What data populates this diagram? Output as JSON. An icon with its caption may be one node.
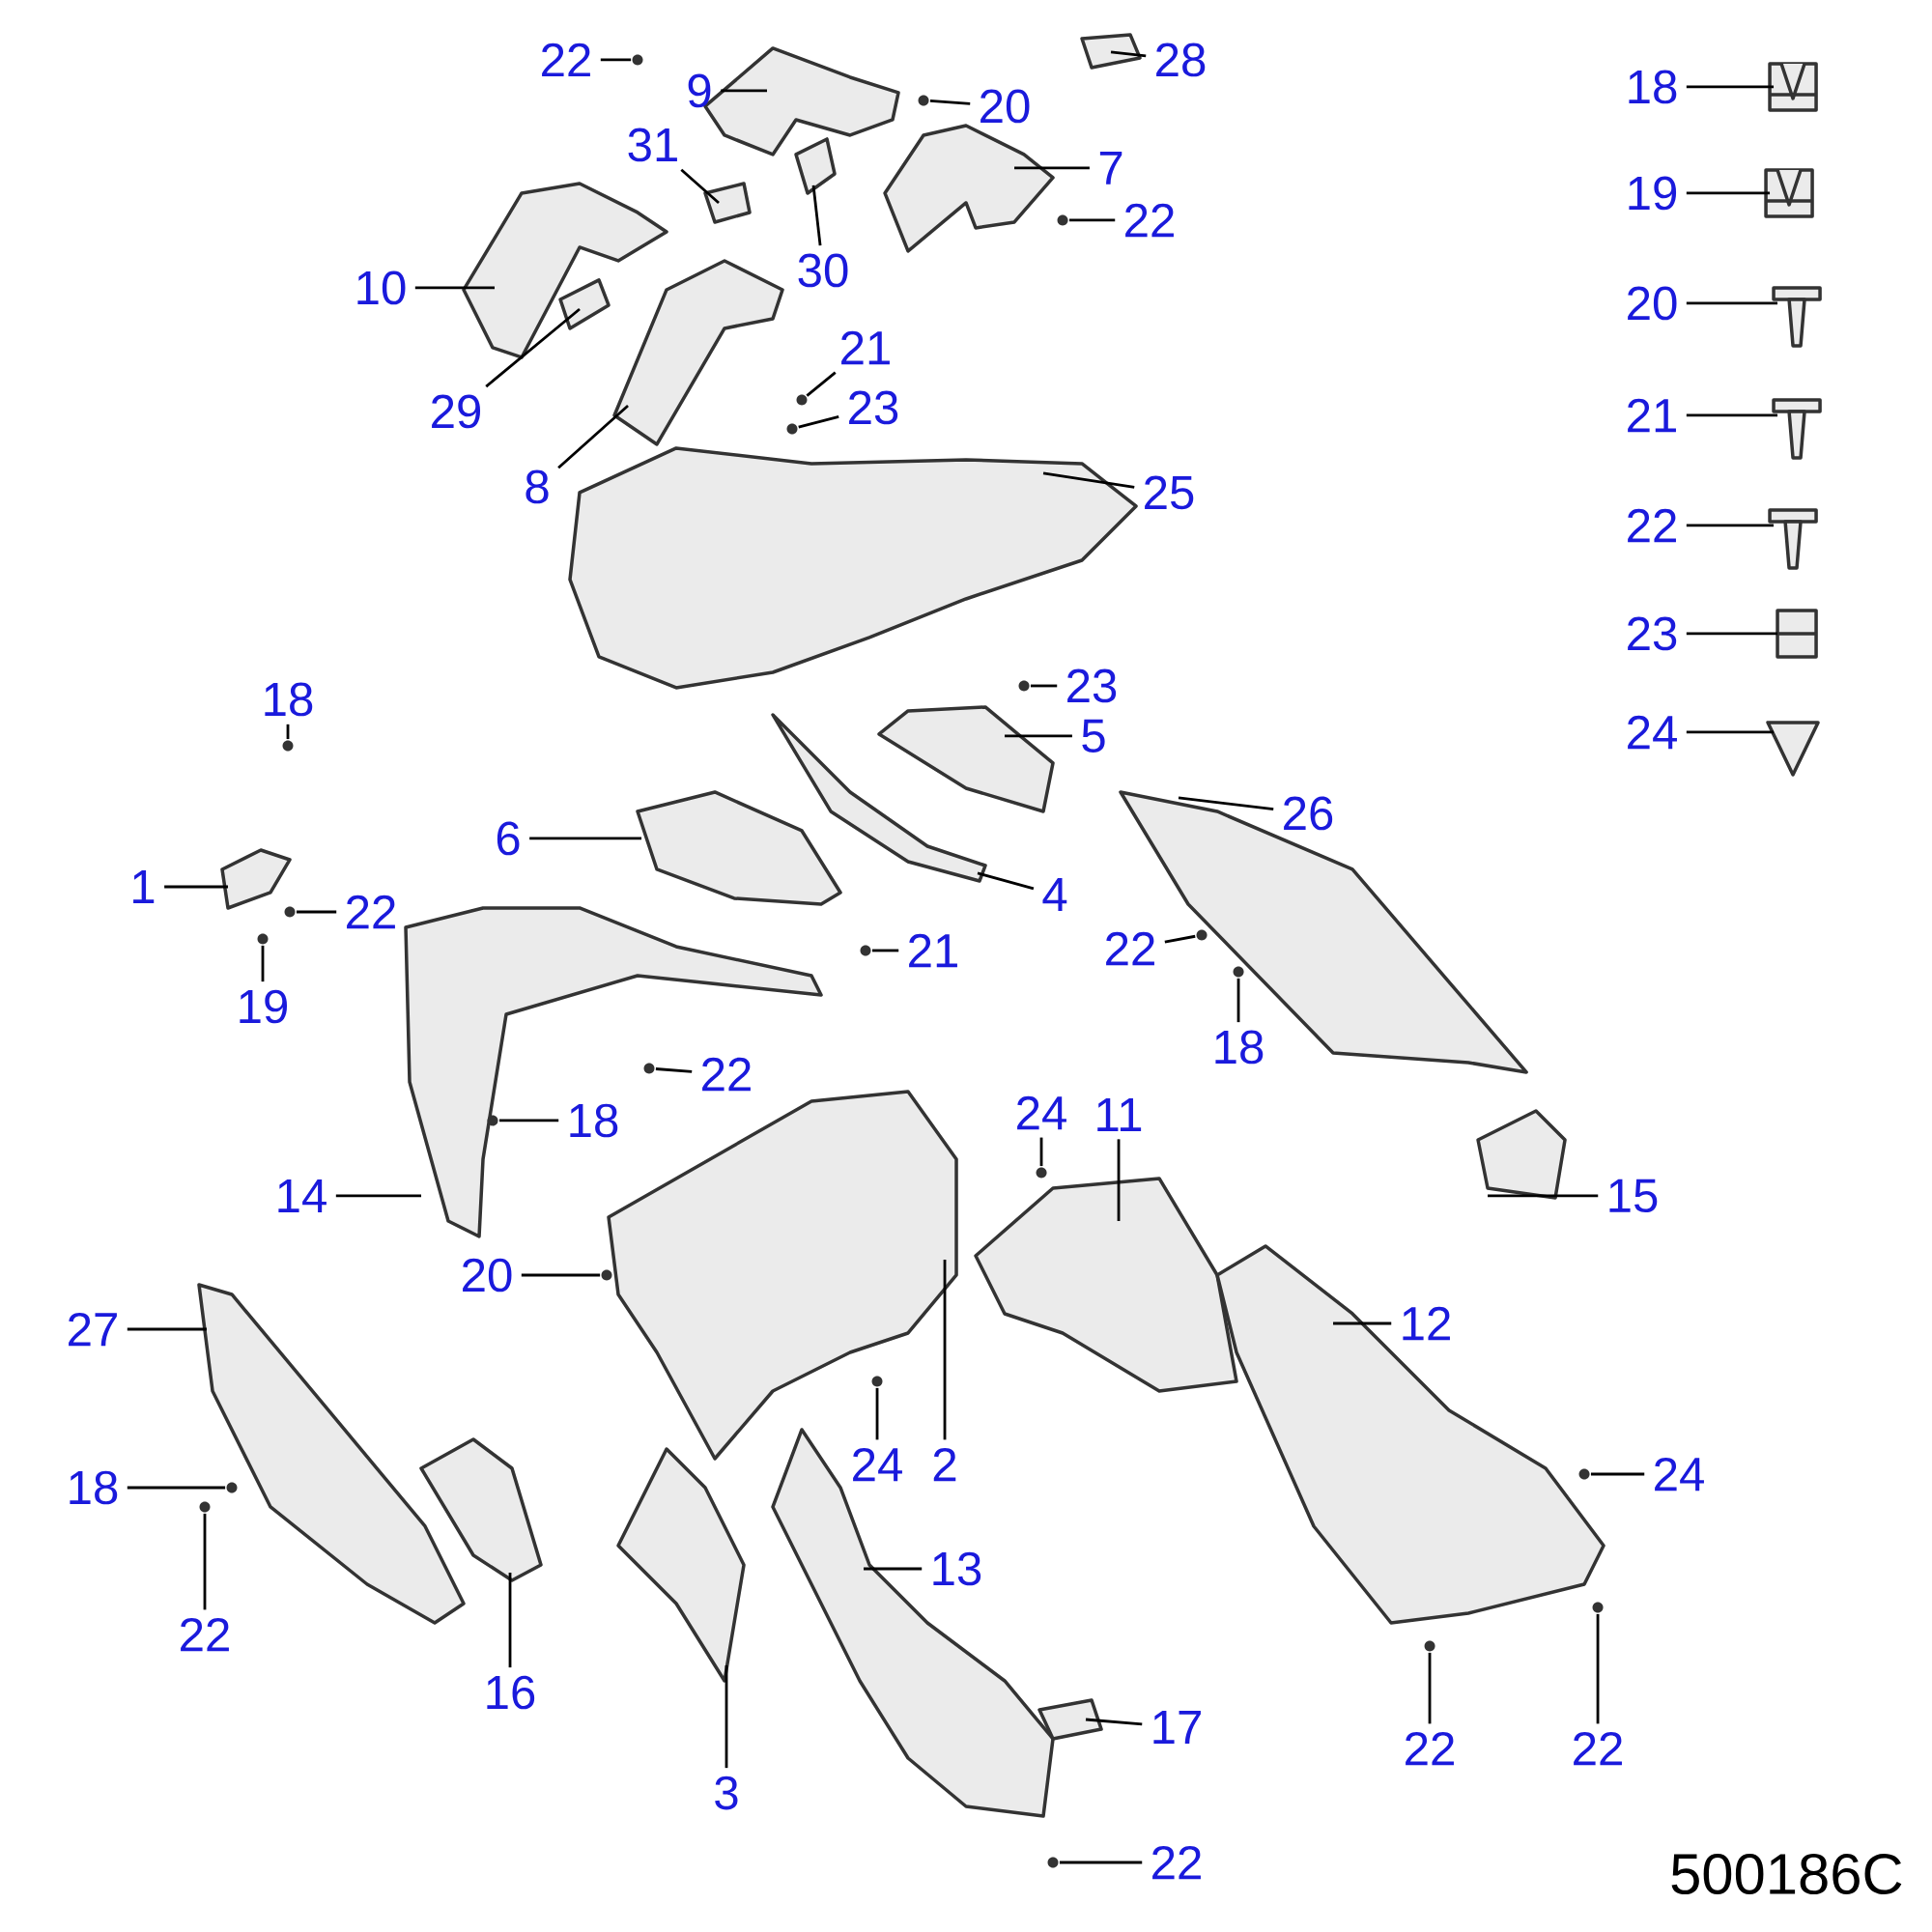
{
  "diagram": {
    "nodes": [
      {
        "text": [
          "22"
        ]
      },
      {
        "text": [
          "9"
        ]
      },
      {
        "text": [
          "28"
        ]
      },
      {
        "text": [
          "20"
        ]
      },
      {
        "text": [
          "31"
        ]
      },
      {
        "text": [
          "7"
        ]
      },
      {
        "text": [
          "22"
        ]
      },
      {
        "text": [
          "30"
        ]
      },
      {
        "text": [
          "10"
        ]
      },
      {
        "text": [
          "29"
        ]
      },
      {
        "text": [
          "21"
        ]
      },
      {
        "text": [
          "23"
        ]
      },
      {
        "text": [
          "8"
        ]
      },
      {
        "text": [
          "25"
        ]
      },
      {
        "text": [
          "18"
        ]
      },
      {
        "text": [
          "23"
        ]
      },
      {
        "text": [
          "5"
        ]
      },
      {
        "text": [
          "26"
        ]
      },
      {
        "text": [
          "6"
        ]
      },
      {
        "text": [
          "1"
        ]
      },
      {
        "text": [
          "22"
        ]
      },
      {
        "text": [
          "4"
        ]
      },
      {
        "text": [
          "21"
        ]
      },
      {
        "text": [
          "22"
        ]
      },
      {
        "text": [
          "18"
        ]
      },
      {
        "text": [
          "19"
        ]
      },
      {
        "text": [
          "22"
        ]
      },
      {
        "text": [
          "18"
        ]
      },
      {
        "text": [
          "24"
        ]
      },
      {
        "text": [
          "11"
        ]
      },
      {
        "text": [
          "14"
        ]
      },
      {
        "text": [
          "15"
        ]
      },
      {
        "text": [
          "20"
        ]
      },
      {
        "text": [
          "27"
        ]
      },
      {
        "text": [
          "12"
        ]
      },
      {
        "text": [
          "24"
        ]
      },
      {
        "text": [
          "2"
        ]
      },
      {
        "text": [
          "18"
        ]
      },
      {
        "text": [
          "24"
        ]
      },
      {
        "text": [
          "13"
        ]
      },
      {
        "text": [
          "22"
        ]
      },
      {
        "text": [
          "16"
        ]
      },
      {
        "text": [
          "22"
        ]
      },
      {
        "text": [
          "22"
        ]
      },
      {
        "text": [
          "17"
        ]
      },
      {
        "text": [
          "3"
        ]
      },
      {
        "text": [
          "22"
        ]
      },
      {
        "text": [
          "18"
        ]
      },
      {
        "text": [
          "19"
        ]
      },
      {
        "text": [
          "20"
        ]
      },
      {
        "text": [
          "21"
        ]
      },
      {
        "text": [
          "22"
        ]
      },
      {
        "text": [
          "23"
        ]
      },
      {
        "text": [
          "24"
        ]
      },
      {
        "text": [],
        "shape": "picture"
      },
      {
        "text": [],
        "shape": "picture"
      },
      {
        "text": [],
        "shape": "picture"
      },
      {
        "text": [],
        "shape": "picture"
      },
      {
        "text": [],
        "shape": "picture"
      },
      {
        "text": [],
        "shape": "picture"
      },
      {
        "text": [],
        "shape": "picture"
      },
      {
        "text": [],
        "shape": "picture"
      },
      {
        "text": [],
        "shape": "picture"
      },
      {
        "text": [],
        "shape": "picture"
      },
      {
        "text": [],
        "shape": "picture"
      },
      {
        "text": [],
        "shape": "picture"
      },
      {
        "text": [],
        "shape": "picture"
      },
      {
        "text": [],
        "shape": "picture"
      },
      {
        "text": [],
        "shape": "picture"
      },
      {
        "text": [],
        "shape": "picture"
      },
      {
        "text": [],
        "shape": "picture"
      },
      {
        "text": [],
        "shape": "picture"
      },
      {
        "text": [],
        "shape": "picture"
      },
      {
        "text": [],
        "shape": "picture"
      },
      {
        "text": [],
        "shape": "picture"
      },
      {
        "text": [],
        "shape": "picture"
      },
      {
        "text": [],
        "shape": "picture"
      },
      {
        "text": [],
        "shape": "picture"
      },
      {
        "text": [],
        "shape": "picture"
      },
      {
        "text": [],
        "shape": "picture"
      },
      {
        "text": [],
        "shape": "picture"
      },
      {
        "text": [],
        "shape": "picture"
      },
      {
        "text": [],
        "shape": "picture"
      },
      {
        "text": [],
        "shape": "picture"
      },
      {
        "text": [],
        "shape": "picture"
      },
      {
        "text": [],
        "shape": "picture"
      },
      {
        "text": [],
        "shape": "picture"
      },
      {
        "text": [],
        "shape": "picture"
      },
      {
        "text": [],
        "shape": "picture"
      },
      {
        "text": [],
        "shape": "picture"
      },
      {
        "text": [],
        "shape": "picture"
      },
      {
        "text": [],
        "shape": "picture"
      },
      {
        "text": [],
        "shape": "picture"
      },
      {
        "text": [],
        "shape": "picture"
      },
      {
        "text": [],
        "shape": "picture"
      },
      {
        "text": [],
        "shape": "picture"
      },
      {
        "text": [],
        "shape": "picture"
      },
      {
        "text": [],
        "shape": "picture"
      },
      {
        "text": [],
        "shape": "picture"
      },
      {
        "text": [],
        "shape": "picture"
      },
      {
        "text": [],
        "shape": "picture"
      },
      {
        "text": [],
        "shape": "picture"
      },
      {
        "text": [],
        "shape": "picture"
      },
      {
        "text": [],
        "shape": "picture"
      },
      {
        "text": [],
        "shape": "picture"
      },
      {
        "text": [],
        "shape": "picture"
      },
      {
        "text": [],
        "shape": "picture"
      },
      {
        "text": [],
        "shape": "picture"
      }
    ],
    "edges": [
      {
        "from": 0,
        "to": 85,
        "arrow": "none"
      },
      {
        "from": 1,
        "to": 54,
        "arrow": "none"
      },
      {
        "from": 2,
        "to": 74,
        "arrow": "none"
      },
      {
        "from": 3,
        "to": 86,
        "arrow": "none"
      },
      {
        "from": 4,
        "to": 75,
        "arrow": "none"
      },
      {
        "from": 5,
        "to": 55,
        "arrow": "none"
      },
      {
        "from": 6,
        "to": 87,
        "arrow": "none"
      },
      {
        "from": 7,
        "to": 76,
        "arrow": "none"
      },
      {
        "from": 8,
        "to": 56,
        "arrow": "none"
      },
      {
        "from": 9,
        "to": 77,
        "arrow": "none"
      },
      {
        "from": 10,
        "to": 88,
        "arrow": "none"
      },
      {
        "from": 11,
        "to": 89,
        "arrow": "none"
      },
      {
        "from": 12,
        "to": 57,
        "arrow": "none"
      },
      {
        "from": 13,
        "to": 58,
        "arrow": "none"
      },
      {
        "from": 14,
        "to": 90,
        "arrow": "none"
      },
      {
        "from": 15,
        "to": 91,
        "arrow": "none"
      },
      {
        "from": 16,
        "to": 59,
        "arrow": "none"
      },
      {
        "from": 17,
        "to": 62,
        "arrow": "none"
      },
      {
        "from": 18,
        "to": 61,
        "arrow": "none"
      },
      {
        "from": 19,
        "to": 63,
        "arrow": "none"
      },
      {
        "from": 20,
        "to": 92,
        "arrow": "none"
      },
      {
        "from": 21,
        "to": 60,
        "arrow": "none"
      },
      {
        "from": 22,
        "to": 93,
        "arrow": "none"
      },
      {
        "from": 23,
        "to": 94,
        "arrow": "none"
      },
      {
        "from": 24,
        "to": 95,
        "arrow": "none"
      },
      {
        "from": 25,
        "to": 96,
        "arrow": "none"
      },
      {
        "from": 26,
        "to": 97,
        "arrow": "none"
      },
      {
        "from": 27,
        "to": 98,
        "arrow": "none"
      },
      {
        "from": 28,
        "to": 99,
        "arrow": "none"
      },
      {
        "from": 29,
        "to": 66,
        "arrow": "none"
      },
      {
        "from": 30,
        "to": 64,
        "arrow": "none"
      },
      {
        "from": 31,
        "to": 68,
        "arrow": "none"
      },
      {
        "from": 32,
        "to": 100,
        "arrow": "none"
      },
      {
        "from": 33,
        "to": 69,
        "arrow": "none"
      },
      {
        "from": 34,
        "to": 67,
        "arrow": "none"
      },
      {
        "from": 35,
        "to": 101,
        "arrow": "none"
      },
      {
        "from": 36,
        "to": 65,
        "arrow": "none"
      },
      {
        "from": 37,
        "to": 102,
        "arrow": "none"
      },
      {
        "from": 38,
        "to": 103,
        "arrow": "none"
      },
      {
        "from": 39,
        "to": 72,
        "arrow": "none"
      },
      {
        "from": 40,
        "to": 104,
        "arrow": "none"
      },
      {
        "from": 41,
        "to": 70,
        "arrow": "none"
      },
      {
        "from": 42,
        "to": 105,
        "arrow": "none"
      },
      {
        "from": 43,
        "to": 106,
        "arrow": "none"
      },
      {
        "from": 44,
        "to": 73,
        "arrow": "none"
      },
      {
        "from": 45,
        "to": 71,
        "arrow": "none"
      },
      {
        "from": 46,
        "to": 107,
        "arrow": "none"
      },
      {
        "from": 47,
        "to": 78,
        "arrow": "none"
      },
      {
        "from": 48,
        "to": 79,
        "arrow": "none"
      },
      {
        "from": 49,
        "to": 80,
        "arrow": "none"
      },
      {
        "from": 50,
        "to": 81,
        "arrow": "none"
      },
      {
        "from": 51,
        "to": 82,
        "arrow": "none"
      },
      {
        "from": 52,
        "to": 83,
        "arrow": "none"
      },
      {
        "from": 53,
        "to": 84,
        "arrow": "none"
      }
    ],
    "labels": [
      "500186C"
    ]
  }
}
